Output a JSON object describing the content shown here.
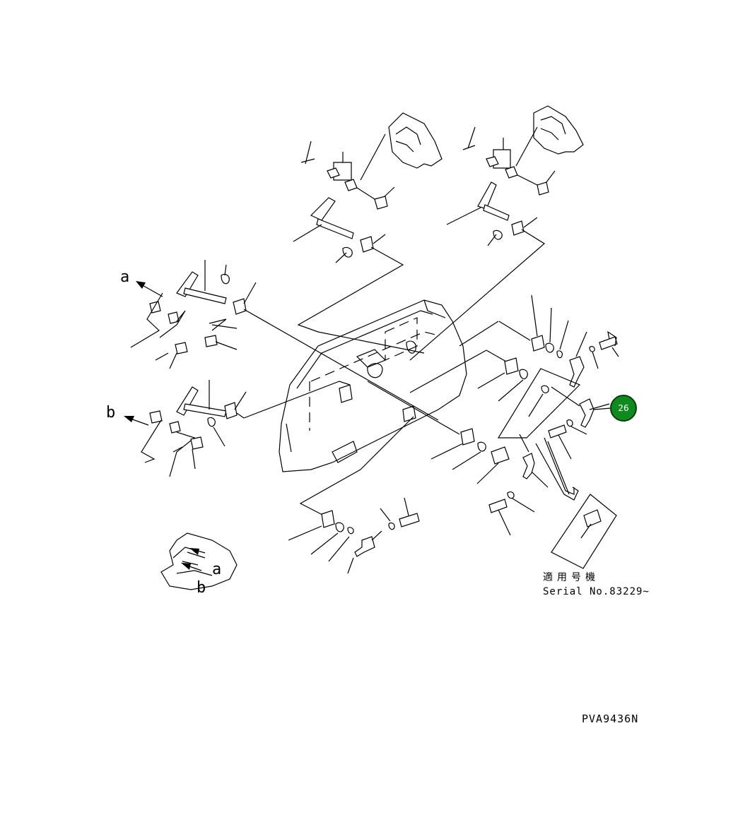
{
  "labels": {
    "arrow_a_upper": "a",
    "arrow_b_upper": "b",
    "arrow_a_lower": "a",
    "arrow_b_lower": "b"
  },
  "callout": {
    "number": "26",
    "fill_color": "#0f8a1e"
  },
  "serial_note": {
    "japanese": "適用号機",
    "english": "Serial No.83229~"
  },
  "drawing_code": "PVA9436N"
}
